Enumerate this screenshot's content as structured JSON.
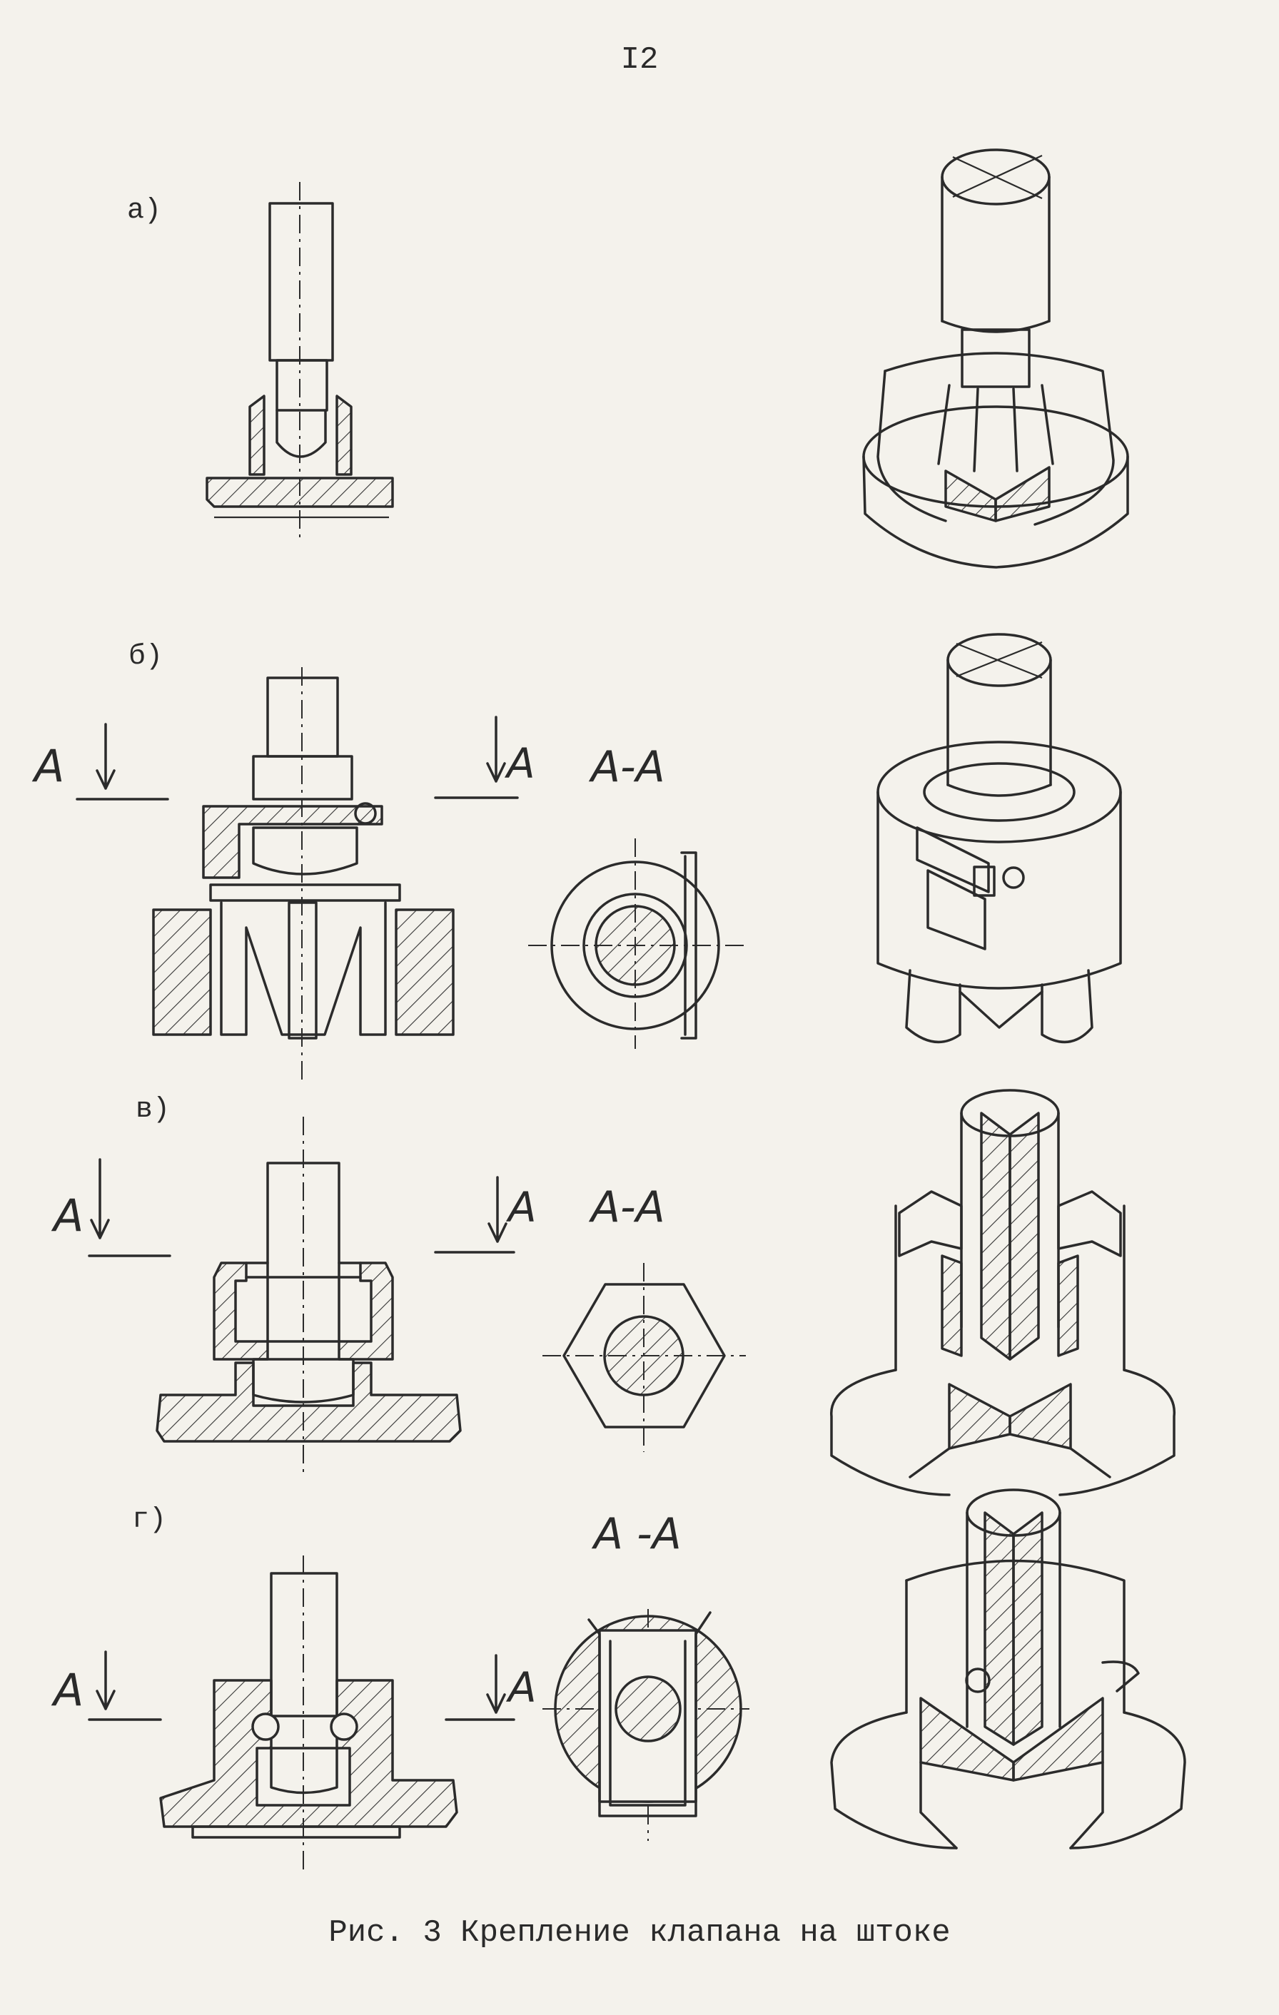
{
  "page_number": "I2",
  "rows": [
    {
      "label": "а)"
    },
    {
      "label": "б)",
      "section_arrow_left": "A",
      "section_arrow_right": "A",
      "section_title": "A-A"
    },
    {
      "label": "в)",
      "section_arrow_left": "A",
      "section_arrow_right": "A",
      "section_title": "A-A"
    },
    {
      "label": "г)",
      "section_arrow_left": "A",
      "section_arrow_right": "A",
      "section_title": "A -A"
    }
  ],
  "caption": "Рис. 3 Крепление  клапана на штоке"
}
